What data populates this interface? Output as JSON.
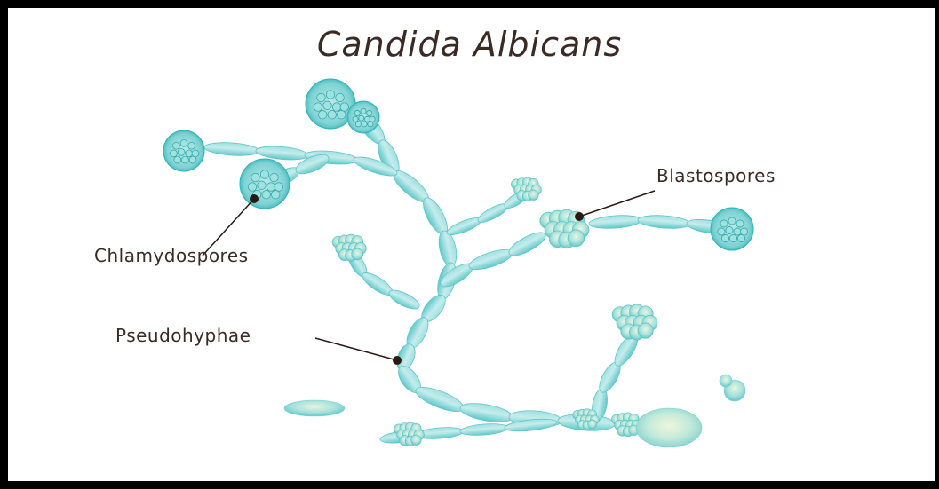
{
  "title": "Candida Albicans",
  "labels": {
    "chlamydospores": "Chlamydospores",
    "blastospores": "Blastospores",
    "pseudohyphae": "Pseudohyphae"
  },
  "colors": {
    "cell_light": "#c6ecec",
    "cell_mid": "#8fd9da",
    "cell_dark": "#48c0c2",
    "spore_core": "#e3f3d6",
    "label_text": "#3b2a23",
    "pointer": "#2a1a14",
    "frame": "#000000"
  }
}
